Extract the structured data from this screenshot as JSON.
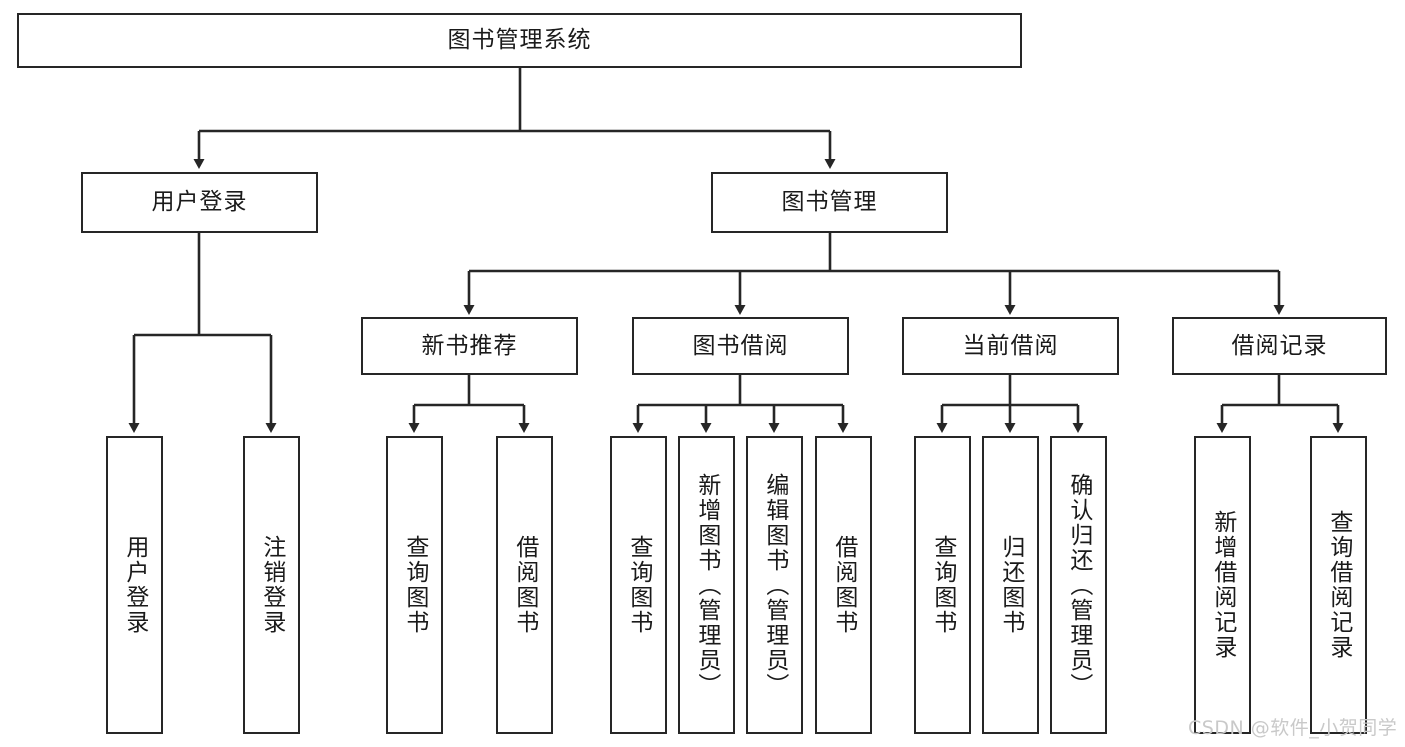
{
  "diagram": {
    "title": "图书管理系统",
    "type": "hierarchy-tree",
    "root": {
      "id": "root",
      "label": "图书管理系统"
    },
    "level2": [
      {
        "id": "user-login",
        "label": "用户登录"
      },
      {
        "id": "book-manage",
        "label": "图书管理"
      }
    ],
    "level3": [
      {
        "id": "new-book-recommend",
        "label": "新书推荐",
        "parent": "book-manage"
      },
      {
        "id": "book-borrow",
        "label": "图书借阅",
        "parent": "book-manage"
      },
      {
        "id": "current-borrow",
        "label": "当前借阅",
        "parent": "book-manage"
      },
      {
        "id": "borrow-record",
        "label": "借阅记录",
        "parent": "book-manage"
      }
    ],
    "leaves": [
      {
        "id": "leaf-user-login",
        "label": "用户登录",
        "parent": "user-login"
      },
      {
        "id": "leaf-user-logout",
        "label": "注销登录",
        "parent": "user-login"
      },
      {
        "id": "leaf-query-book-1",
        "label": "查询图书",
        "parent": "new-book-recommend"
      },
      {
        "id": "leaf-borrow-book-1",
        "label": "借阅图书",
        "parent": "new-book-recommend"
      },
      {
        "id": "leaf-query-book-2",
        "label": "查询图书",
        "parent": "book-borrow"
      },
      {
        "id": "leaf-add-book",
        "label": "新增图书（管理员）",
        "parent": "book-borrow"
      },
      {
        "id": "leaf-edit-book",
        "label": "编辑图书（管理员）",
        "parent": "book-borrow"
      },
      {
        "id": "leaf-borrow-book-2",
        "label": "借阅图书",
        "parent": "book-borrow"
      },
      {
        "id": "leaf-query-book-3",
        "label": "查询图书",
        "parent": "current-borrow"
      },
      {
        "id": "leaf-return-book",
        "label": "归还图书",
        "parent": "current-borrow"
      },
      {
        "id": "leaf-confirm-return",
        "label": "确认归还（管理员）",
        "parent": "current-borrow"
      },
      {
        "id": "leaf-add-record",
        "label": "新增借阅记录",
        "parent": "borrow-record"
      },
      {
        "id": "leaf-query-record",
        "label": "查询借阅记录",
        "parent": "borrow-record"
      }
    ],
    "colors": {
      "border": "#262626",
      "text": "#1a1a1a",
      "background": "#ffffff",
      "watermark": "#c9c9c9"
    }
  },
  "watermark": {
    "text": "CSDN @软件_小贺同学"
  }
}
